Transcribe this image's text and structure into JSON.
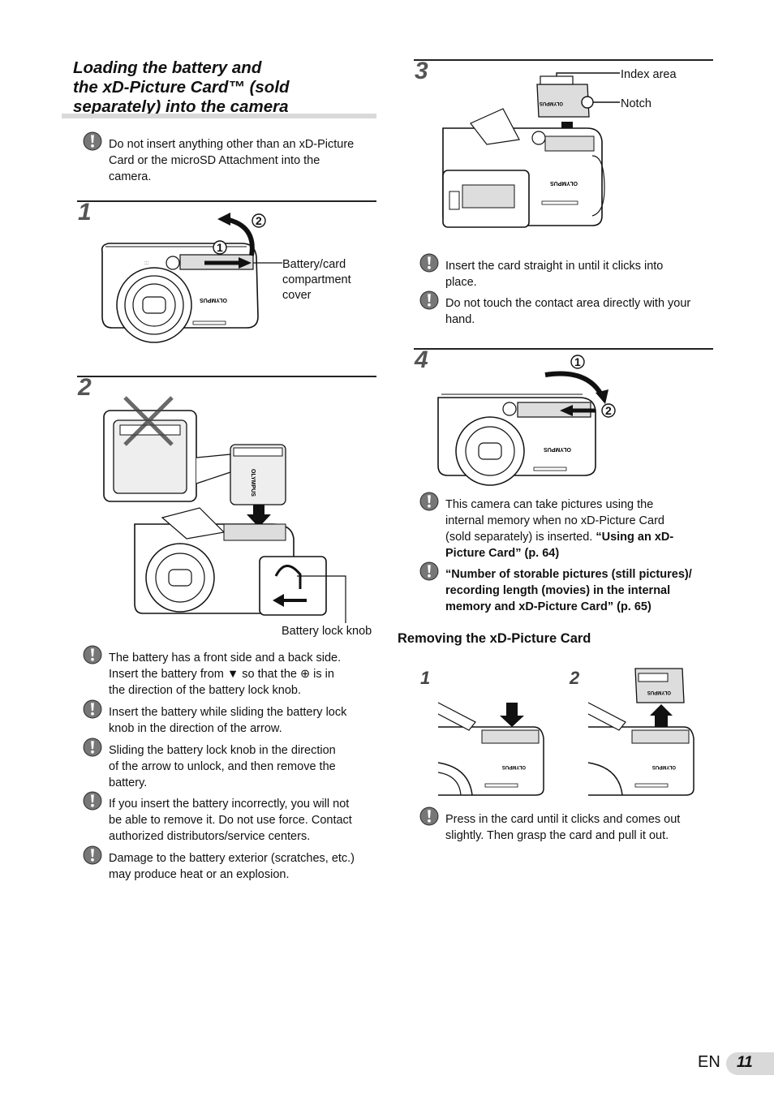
{
  "title": {
    "line1": "Loading the battery and",
    "line2": "the xD-Picture Card™ (sold",
    "line3": "separately) into the camera"
  },
  "intro_note": "Do not insert anything other than an xD-Picture Card or the microSD Attachment into the camera.",
  "intro_note_lines": [
    "Do not insert anything other than an xD-Picture",
    "Card or the microSD Attachment into the",
    "camera."
  ],
  "steps": {
    "s1": "1",
    "s2": "2",
    "s3": "3",
    "s4": "4"
  },
  "step1": {
    "callout1": "1",
    "callout2": "2",
    "label_lines": [
      "Battery/card",
      "compartment",
      "cover"
    ]
  },
  "step2": {
    "label": "Battery lock knob",
    "brand": "OLYMPUS"
  },
  "battery_notes": [
    [
      "The battery has a front side and a back side.",
      "Insert the battery from ▼ so that the ⊕ is in",
      "the direction of the battery lock knob."
    ],
    [
      "Insert the battery while sliding the battery lock",
      "knob in the direction of the arrow."
    ],
    [
      "Sliding the battery lock knob in the direction",
      "of the arrow to unlock, and then remove the",
      "battery."
    ],
    [
      "If you insert the battery incorrectly, you will not",
      "be able to remove it. Do not use force. Contact",
      "authorized distributors/service centers."
    ],
    [
      "Damage to the battery exterior (scratches, etc.)",
      "may produce heat or an explosion."
    ]
  ],
  "step3": {
    "index_area": "Index area",
    "notch": "Notch",
    "card_brand": "OLYMPUS"
  },
  "step3_notes": [
    [
      "Insert the card straight in until it clicks into",
      "place."
    ],
    [
      "Do not touch the contact area directly with your",
      "hand."
    ]
  ],
  "step4": {
    "callout1": "1",
    "callout2": "2"
  },
  "step4_notes": {
    "n1_lines": [
      "This camera can take pictures using the",
      "internal memory when no xD-Picture Card"
    ],
    "n1_line3_plain": "(sold separately) is inserted. ",
    "n1_line3_bold": "“Using an xD-",
    "n1_line4_bold": "Picture Card” (p. 64)",
    "n2_lines": [
      "“Number of storable pictures (still pictures)/",
      "recording length (movies) in the internal",
      "memory and xD-Picture Card” (p. 65)"
    ]
  },
  "removing": {
    "heading": "Removing the xD-Picture Card",
    "sub1": "1",
    "sub2": "2",
    "note_lines": [
      "Press in the card until it clicks and comes out",
      "slightly. Then grasp the card and pull it out."
    ]
  },
  "camera_brand": "OLYMPUS",
  "page": {
    "lang": "EN",
    "number": "11"
  },
  "colors": {
    "accent_gray": "#d9d9d9",
    "step_num_gray": "#555555"
  }
}
